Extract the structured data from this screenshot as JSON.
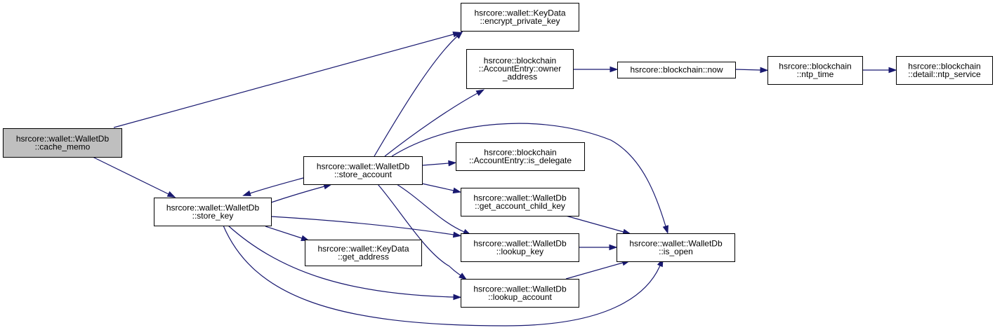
{
  "colors": {
    "edge": "#191970",
    "node_border": "#000000",
    "node_fill": "#ffffff",
    "root_fill": "#bfbfbf"
  },
  "nodes": {
    "cache_memo": {
      "lines": [
        "hsrcore::wallet::WalletDb",
        "::cache_memo"
      ],
      "root": true
    },
    "store_key": {
      "lines": [
        "hsrcore::wallet::WalletDb",
        "::store_key"
      ]
    },
    "store_account": {
      "lines": [
        "hsrcore::wallet::WalletDb",
        "::store_account"
      ]
    },
    "encrypt_private_key": {
      "lines": [
        "hsrcore::wallet::KeyData",
        "::encrypt_private_key"
      ]
    },
    "owner_address": {
      "lines": [
        "hsrcore::blockchain",
        "::AccountEntry::owner",
        "_address"
      ]
    },
    "blockchain_now": {
      "lines": [
        "hsrcore::blockchain::now"
      ]
    },
    "ntp_time": {
      "lines": [
        "hsrcore::blockchain",
        "::ntp_time"
      ]
    },
    "ntp_service": {
      "lines": [
        "hsrcore::blockchain",
        "::detail::ntp_service"
      ]
    },
    "is_delegate": {
      "lines": [
        "hsrcore::blockchain",
        "::AccountEntry::is_delegate"
      ]
    },
    "get_account_child_key": {
      "lines": [
        "hsrcore::wallet::WalletDb",
        "::get_account_child_key"
      ]
    },
    "lookup_key": {
      "lines": [
        "hsrcore::wallet::WalletDb",
        "::lookup_key"
      ]
    },
    "lookup_account": {
      "lines": [
        "hsrcore::wallet::WalletDb",
        "::lookup_account"
      ]
    },
    "get_address": {
      "lines": [
        "hsrcore::wallet::KeyData",
        "::get_address"
      ]
    },
    "is_open": {
      "lines": [
        "hsrcore::wallet::WalletDb",
        "::is_open"
      ]
    }
  },
  "edges": [
    {
      "from": "cache_memo",
      "to": "encrypt_private_key"
    },
    {
      "from": "cache_memo",
      "to": "store_key"
    },
    {
      "from": "store_key",
      "to": "store_account"
    },
    {
      "from": "store_key",
      "to": "get_address"
    },
    {
      "from": "store_key",
      "to": "lookup_key"
    },
    {
      "from": "store_key",
      "to": "lookup_account"
    },
    {
      "from": "store_key",
      "to": "is_open"
    },
    {
      "from": "store_account",
      "to": "store_key"
    },
    {
      "from": "store_account",
      "to": "encrypt_private_key"
    },
    {
      "from": "store_account",
      "to": "owner_address"
    },
    {
      "from": "store_account",
      "to": "is_delegate"
    },
    {
      "from": "store_account",
      "to": "get_account_child_key"
    },
    {
      "from": "store_account",
      "to": "lookup_key"
    },
    {
      "from": "store_account",
      "to": "lookup_account"
    },
    {
      "from": "store_account",
      "to": "is_open"
    },
    {
      "from": "owner_address",
      "to": "blockchain_now"
    },
    {
      "from": "blockchain_now",
      "to": "ntp_time"
    },
    {
      "from": "ntp_time",
      "to": "ntp_service"
    },
    {
      "from": "get_account_child_key",
      "to": "is_open"
    },
    {
      "from": "lookup_key",
      "to": "is_open"
    },
    {
      "from": "lookup_account",
      "to": "is_open"
    }
  ]
}
